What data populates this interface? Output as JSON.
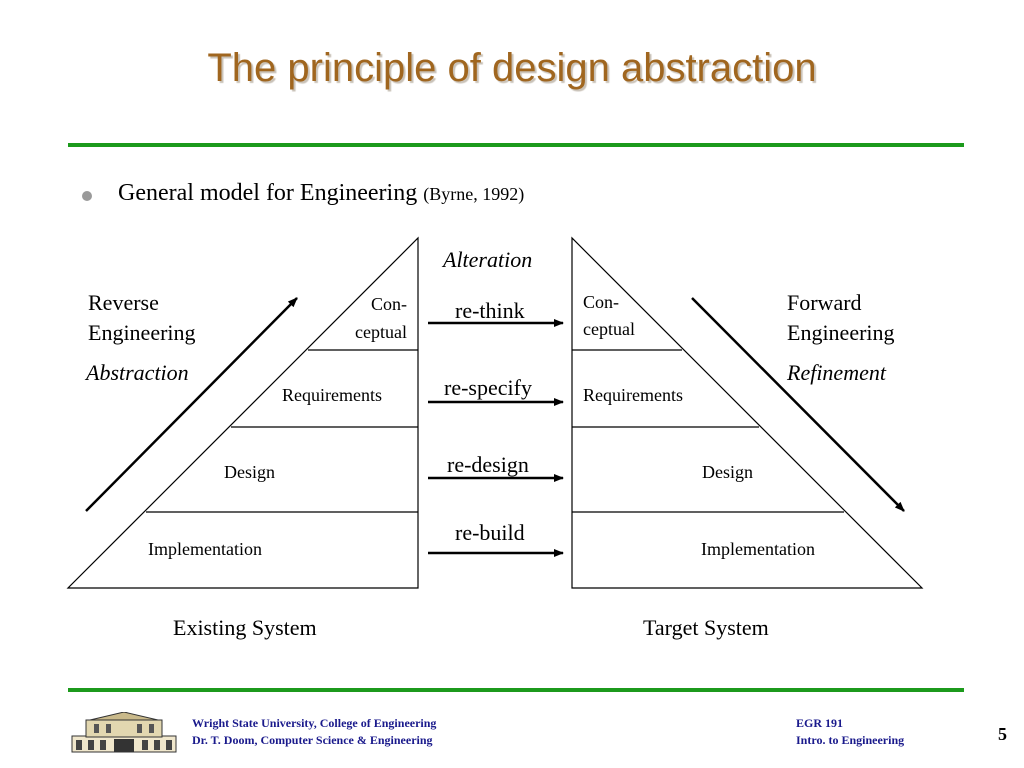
{
  "slide": {
    "title": "The principle of design abstraction",
    "bullet": {
      "text": "General model for Engineering",
      "citation": "(Byrne, 1992)"
    }
  },
  "diagram": {
    "existing_system": {
      "caption": "Existing System",
      "levels": [
        "Con-",
        "ceptual",
        "Requirements",
        "Design",
        "Implementation"
      ]
    },
    "target_system": {
      "caption": "Target System",
      "levels": [
        "Con-",
        "ceptual",
        "Requirements",
        "Design",
        "Implementation"
      ]
    },
    "alteration": {
      "heading": "Alteration",
      "steps": [
        "re-think",
        "re-specify",
        "re-design",
        "re-build"
      ]
    },
    "reverse": {
      "line1": "Reverse",
      "line2": "Engineering",
      "mode": "Abstraction"
    },
    "forward": {
      "line1": "Forward",
      "line2": "Engineering",
      "mode": "Refinement"
    }
  },
  "footer": {
    "org_line1": "Wright State University, College of Engineering",
    "org_line2": "Dr. T. Doom, Computer Science & Engineering",
    "course_line1": "EGR 191",
    "course_line2": "Intro. to Engineering",
    "page_number": "5"
  },
  "colors": {
    "title": "#a0661f",
    "rule": "#1c9a1c",
    "footer_text": "#1a1a8c",
    "bullet": "#9a9a9a"
  }
}
